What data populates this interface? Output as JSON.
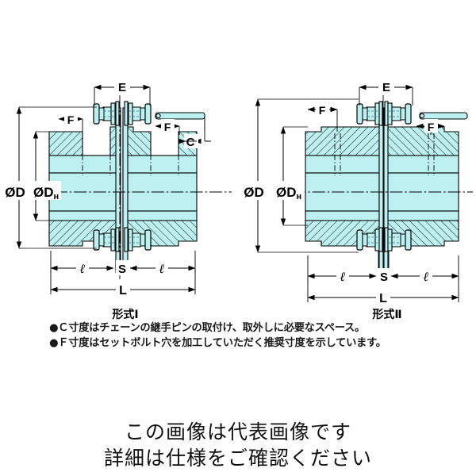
{
  "document": {
    "kind": "technical-drawing",
    "subject": "roller chain coupling cross-section",
    "background_color": "#ffffff",
    "line_color": "#000000",
    "section_fill_color": "#bdf0f0",
    "hatch_color": "#1a1a1a"
  },
  "figures": [
    {
      "id": "type-1",
      "caption": "形式Ⅰ",
      "dimensions": {
        "outer_diameter": "ØD",
        "hub_diameter": "ØDн",
        "chain_width": "E",
        "set_bolt": "F",
        "pin_space": "C",
        "hub_length": "ℓ",
        "gap": "S",
        "overall_length": "L"
      }
    },
    {
      "id": "type-2",
      "caption": "形式Ⅱ",
      "dimensions": {
        "outer_diameter": "ØD",
        "hub_diameter": "ØDн",
        "chain_width": "E",
        "set_bolt": "F",
        "hub_length": "ℓ",
        "gap": "S",
        "overall_length": "L"
      }
    }
  ],
  "notes": [
    "●Ｃ寸度はチェーンの継手ピンの取付け、取外しに必要なスペース。",
    "●Ｆ寸度はセットボルト穴を加工していただく推奨寸度を示しています。"
  ],
  "watermark": {
    "line1": "この画像は代表画像です",
    "line2": "詳細は仕様をご確認ください"
  }
}
